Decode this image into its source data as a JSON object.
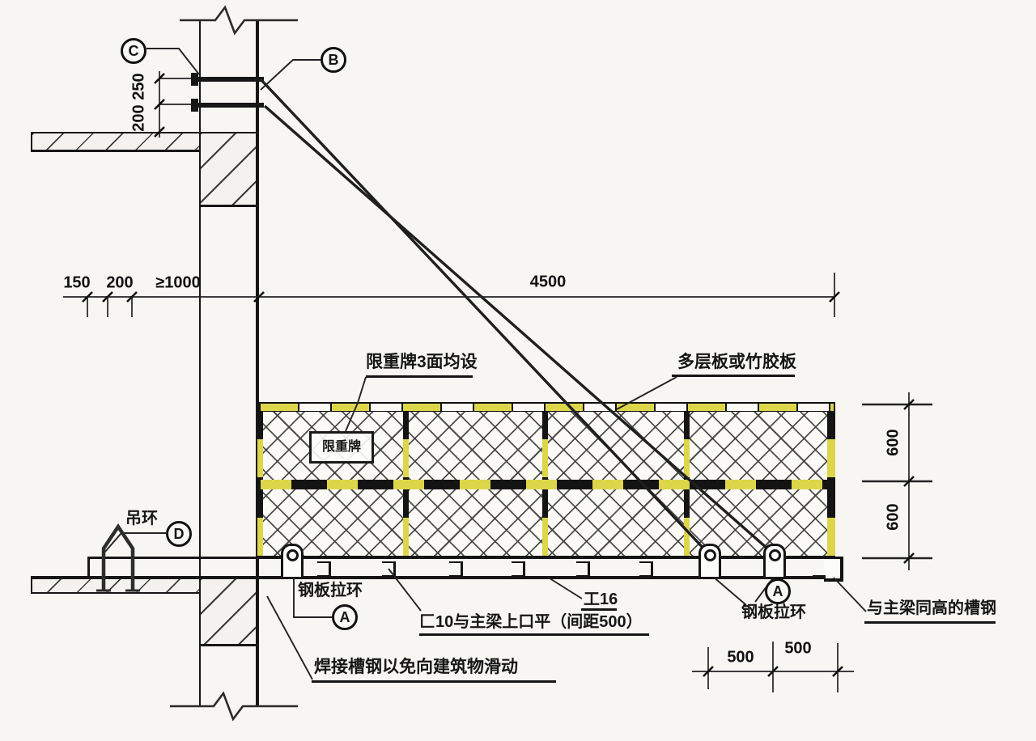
{
  "labels": {
    "callout_c": "C",
    "callout_b": "B",
    "callout_d": "D",
    "callout_a_left": "A",
    "callout_a_right": "A",
    "sign_note": "限重牌3面均设",
    "plywood": "多层板或竹胶板",
    "sign": "限重牌",
    "hook": "吊环",
    "plate_ring_left": "钢板拉环",
    "channel_note": "匚10与主梁上口平（间距500）",
    "ibeam": "工16",
    "plate_ring_right": "钢板拉环",
    "edge_channel": "与主梁同高的槽钢",
    "weld_note": "焊接槽钢以免向建筑物滑动"
  },
  "dims": {
    "v250": "250",
    "v200": "200",
    "h150": "150",
    "h200": "200",
    "h1000": "≥1000",
    "h4500": "4500",
    "r600a": "600",
    "r600b": "600",
    "b500a": "500",
    "b500b": "500"
  },
  "colors": {
    "toe_board_yellow": "#ddd64b",
    "line_black": "#161616",
    "background": "#f7f6f3"
  }
}
